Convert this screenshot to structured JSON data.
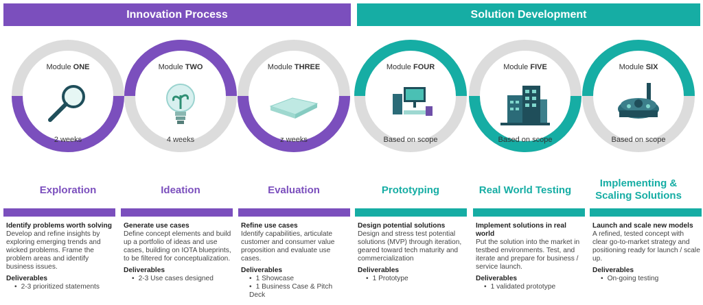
{
  "banners": {
    "innovation": "Innovation Process",
    "solution": "Solution Development"
  },
  "colors": {
    "purple": "#7b4fbd",
    "teal": "#16ada4",
    "grey": "#dcdcdc"
  },
  "modules": [
    {
      "prefix": "Module ",
      "num": "ONE",
      "duration": "2 weeks",
      "stage": "Exploration",
      "icon": "magnifying-glass-icon",
      "head": "Identify problems worth solving",
      "desc": "Develop and refine insights by exploring emerging trends and wicked problems. Frame the problem areas and identify business issues.",
      "deliverables_label": "Deliverables",
      "deliverables": [
        "2-3 prioritized statements"
      ]
    },
    {
      "prefix": "Module ",
      "num": "TWO",
      "duration": "4 weeks",
      "stage": "Ideation",
      "icon": "lightbulb-plant-icon",
      "head": "Generate use cases",
      "desc": "Define concept elements and build up a portfolio of ideas and use cases, building on IOTA blueprints, to be filtered for conceptualization.",
      "deliverables_label": "Deliverables",
      "deliverables": [
        "2-3 Use cases designed"
      ]
    },
    {
      "prefix": "Module ",
      "num": "THREE",
      "duration": "z weeks",
      "stage": "Evaluation",
      "icon": "open-book-icon",
      "head": "Refine use cases",
      "desc": "Identify capabilities, articulate customer and consumer value proposition and evaluate use cases.",
      "deliverables_label": "Deliverables",
      "deliverables": [
        "1 Showcase",
        "1 Business Case & Pitch Deck"
      ]
    },
    {
      "prefix": "Module ",
      "num": "FOUR",
      "duration": "Based on scope",
      "stage": "Prototyping",
      "icon": "computer-prototype-icon",
      "head": "Design potential solutions",
      "desc": "Design and stress test potential solutions (MVP) through iteration, geared toward tech maturity and commercialization",
      "deliverables_label": "Deliverables",
      "deliverables": [
        "1 Prototype"
      ]
    },
    {
      "prefix": "Module ",
      "num": "FIVE",
      "duration": "Based on scope",
      "stage": "Real World Testing",
      "icon": "office-building-icon",
      "head": "Implement solutions in real world",
      "desc": "Put the solution into the market in testbed environments. Test, and iterate and prepare for business / service launch.",
      "deliverables_label": "Deliverables",
      "deliverables": [
        "1 validated prototype"
      ]
    },
    {
      "prefix": "Module ",
      "num": "SIX",
      "duration": "Based on scope",
      "stage": "Implementing & Scaling Solutions",
      "icon": "factory-icon",
      "head": "Launch and scale new models",
      "desc": "A refined, tested concept with clear go-to-market strategy and positioning ready for launch / scale up.",
      "deliverables_label": "Deliverables",
      "deliverables": [
        "On-going testing"
      ]
    }
  ]
}
